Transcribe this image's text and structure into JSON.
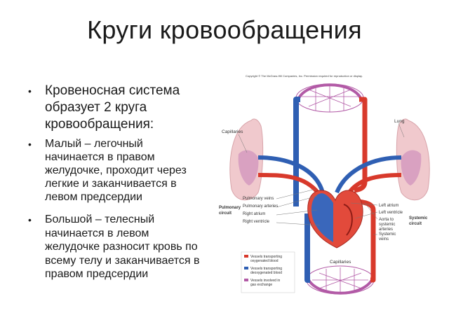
{
  "title": "Круги кровообращения",
  "bullets": [
    "Кровеносная система\nобразует 2 круга\nкровообращения:",
    "Малый – легочный\nначинается в правом\nжелудочке, проходит через\nлегкие и заканчивается в\nлевом предсердии",
    "Большой – телесный\nначинается в левом\nжелудочке разносит кровь по\nвсему телу и заканчивается в\nправом предсердии"
  ],
  "diagram": {
    "copyright": "Copyright © The McGraw-Hill Companies, Inc. Permission required for reproduction or display.",
    "labels": {
      "capillaries_top": "Capillaries",
      "lung": "Lung",
      "pulmonary_veins": "Pulmonary veins",
      "pulmonary_arteries": "Pulmonary arteries",
      "right_atrium": "Right atrium",
      "right_ventricle": "Right ventricle",
      "pulmonary_circuit_1": "Pulmonary",
      "pulmonary_circuit_2": "circuit",
      "left_atrium": "Left atrium",
      "left_ventricle": "Left ventricle",
      "aorta_1": "Aorta to",
      "aorta_2": "systemic",
      "aorta_3": "arteries",
      "systemic_veins_1": "Systemic",
      "systemic_veins_2": "veins",
      "systemic_circuit_1": "Systemic",
      "systemic_circuit_2": "circuit",
      "capillaries_bottom": "Capillaries"
    },
    "legend": [
      {
        "lines": [
          "Vessels transporting",
          "oxygenated blood"
        ],
        "color": "#d8392b"
      },
      {
        "lines": [
          "Vessels transporting",
          "deoxygenated blood"
        ],
        "color": "#2f5fb3"
      },
      {
        "lines": [
          "Vessels involved in",
          "gas exchange"
        ],
        "color": "#b25aa6"
      }
    ]
  },
  "colors": {
    "oxygenated": "#d8392b",
    "deoxygenated": "#2f5fb3",
    "gas_exchange": "#b25aa6",
    "lung_fill": "#f0c9cd"
  }
}
